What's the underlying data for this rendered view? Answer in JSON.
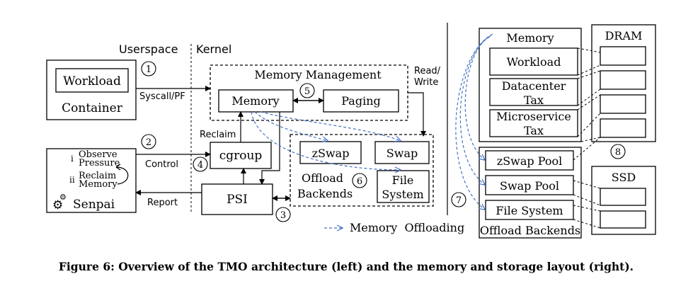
{
  "labels": {
    "userspace": "Userspace",
    "kernel": "Kernel",
    "workload_left": "Workload",
    "container": "Container",
    "num1": "1",
    "syscall": "Syscall/PF",
    "mm_title": "Memory Management",
    "memory_left": "Memory",
    "num5": "5",
    "paging": "Paging",
    "read_write_1": "Read/",
    "read_write_2": "Write",
    "num2": "2",
    "reclaim_label": "Reclaim",
    "control": "Control",
    "num4": "4",
    "cgroup": "cgroup",
    "i_numeral": "i",
    "observe": "Observe",
    "pressure": "Pressure",
    "ii_numeral": "ii",
    "reclaim_item": "Reclaim",
    "memory_item": "Memory",
    "senpai": "Senpai",
    "report": "Report",
    "psi": "PSI",
    "num3": "3",
    "zswap": "zSwap",
    "swap": "Swap",
    "offload": "Offload",
    "backends": "Backends",
    "num6": "6",
    "file_sys_1": "File",
    "file_sys_2": "System",
    "legend": "Memory  Offloading",
    "memory_right": "Memory",
    "workload_right": "Workload",
    "datacenter": "Datacenter",
    "tax1": "Tax",
    "microservice": "Microservice",
    "tax2": "Tax",
    "dram": "DRAM",
    "num8": "8",
    "zswap_pool": "zSwap Pool",
    "swap_pool": "Swap Pool",
    "file_system_right": "File System",
    "offload_backends": "Offload Backends",
    "num7": "7",
    "ssd": "SSD"
  },
  "caption": "Figure 6: Overview of the TMO architecture (left) and the memory and storage layout (right).",
  "colors": {
    "offload_arrow": "#4472c4",
    "stroke": "#000000"
  }
}
